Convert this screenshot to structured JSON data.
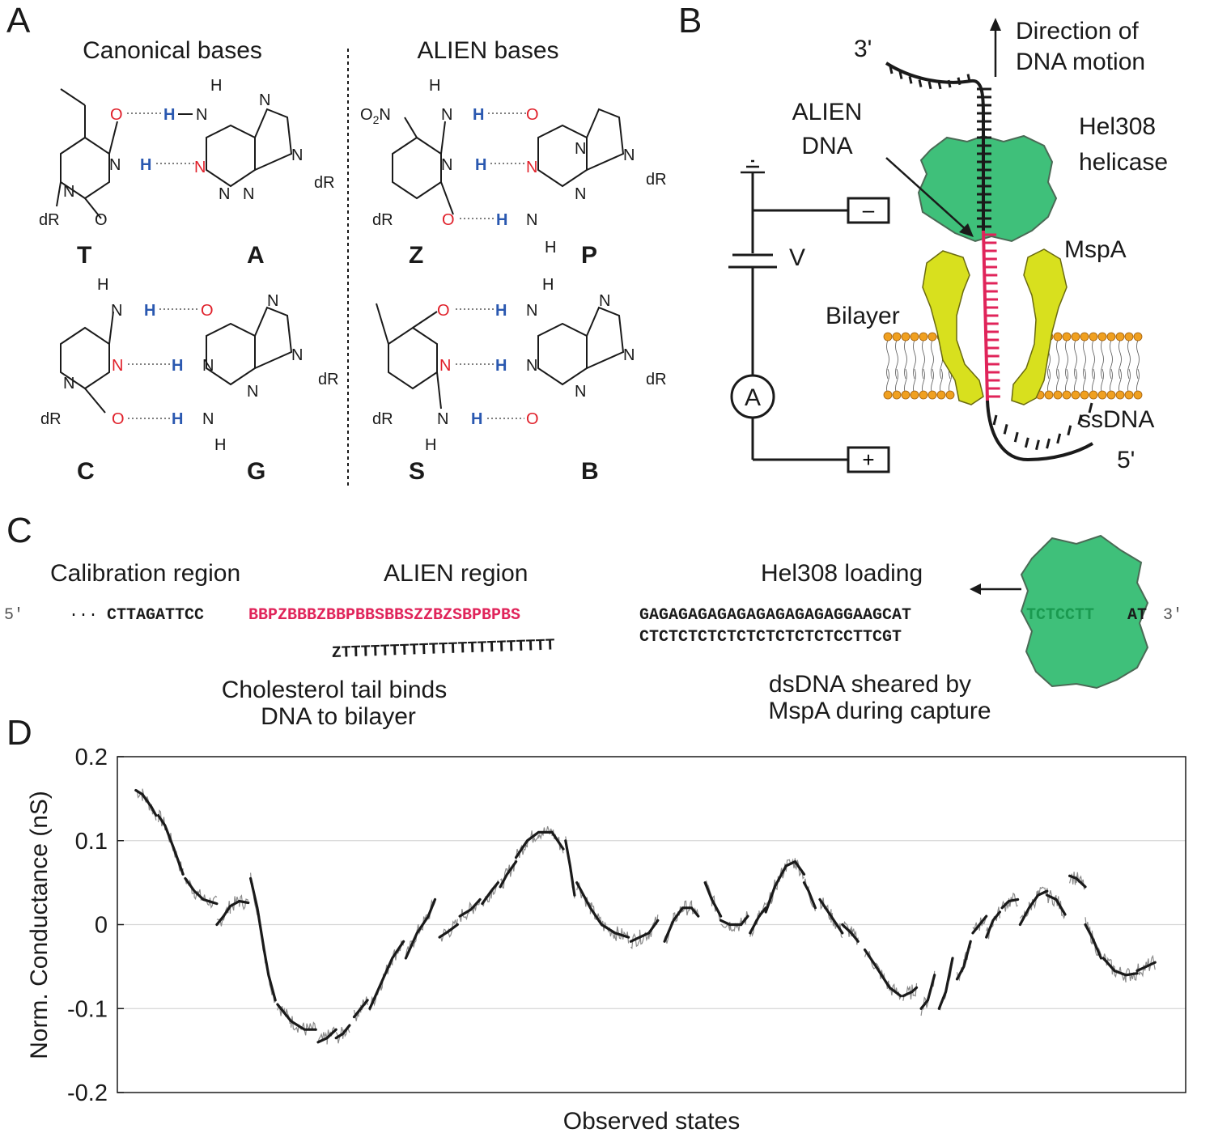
{
  "panels": {
    "a": "A",
    "b": "B",
    "c": "C",
    "d": "D"
  },
  "panel_a": {
    "heading_left": "Canonical bases",
    "heading_right": "ALIEN bases",
    "pairs": [
      {
        "left": "T",
        "right": "A"
      },
      {
        "left": "Z",
        "right": "P"
      },
      {
        "left": "C",
        "right": "G"
      },
      {
        "left": "S",
        "right": "B"
      }
    ],
    "atoms": {
      "O": "O",
      "N": "N",
      "H": "H",
      "dR": "dR",
      "O2N": "O2N"
    }
  },
  "panel_b": {
    "three_prime": "3'",
    "five_prime": "5'",
    "direction_line1": "Direction of",
    "direction_line2": "DNA motion",
    "alien_line1": "ALIEN",
    "alien_line2": "DNA",
    "helicase_line1": "Hel308",
    "helicase_line2": "helicase",
    "mspa": "MspA",
    "bilayer": "Bilayer",
    "ssdna": "ssDNA",
    "voltage": "V",
    "ammeter": "A",
    "minus": "–",
    "plus": "+"
  },
  "panel_c": {
    "calibration": "Calibration region",
    "alien_region": "ALIEN region",
    "hel_loading": "Hel308 loading",
    "five": "5'",
    "three": "3'",
    "dots": "···",
    "seq_calib": "CTTAGATTCC",
    "seq_alien": "BBPZBBBZBBPBBSBBSZZBZSBPBPBS",
    "seq_ga": "GAGAGAGAGAGAGAGAGAGAGGAAGCAT",
    "seq_green": "TCTCCTT",
    "seq_end": "AT",
    "seq_bottom_z": "ZTTTTTTTTTTTTTTTTTTTTTT",
    "seq_bottom_ct": "CTCTCTCTCTCTCTCTCTCTCCTTCGT",
    "chol_line1": "Cholesterol tail binds",
    "chol_line2": "DNA to bilayer",
    "ds_line1": "dsDNA sheared by",
    "ds_line2": "MspA during capture"
  },
  "colors": {
    "alien_red": "#e0245a",
    "helicase_green": "#3fc07a",
    "mspa_yellow": "#d8e01e",
    "lipid_orange": "#f0a020",
    "oxygen_red": "#e0202a",
    "hydrogen_blue": "#2a58b0",
    "trace_gray": "#8a8a8a"
  },
  "chart_data": {
    "type": "line",
    "xlabel": "Observed states",
    "ylabel": "Norm. Conductance (nS)",
    "ylim": [
      -0.2,
      0.2
    ],
    "yticks": [
      "0.2",
      "0.1",
      "0",
      "-0.1",
      "-0.2"
    ],
    "ytick_values": [
      0.2,
      0.1,
      0,
      -0.1,
      -0.2
    ],
    "grid": "horizontal",
    "x_units": "observed state index (no printed ticks)",
    "series": [
      {
        "role": "fitted segments",
        "segments": [
          [
            [
              1,
              0.16
            ],
            [
              4,
              0.155
            ],
            [
              8,
              0.14
            ],
            [
              10,
              0.13
            ]
          ],
          [
            [
              11,
              0.13
            ],
            [
              14,
              0.118
            ],
            [
              18,
              0.09
            ],
            [
              22,
              0.06
            ]
          ],
          [
            [
              23,
              0.055
            ],
            [
              27,
              0.04
            ],
            [
              31,
              0.03
            ],
            [
              37,
              0.025
            ]
          ],
          [
            [
              37,
              0.0
            ],
            [
              40,
              0.01
            ],
            [
              43,
              0.022
            ],
            [
              47,
              0.028
            ],
            [
              51,
              0.026
            ]
          ],
          [
            [
              52,
              0.055
            ],
            [
              55,
              0.02
            ],
            [
              58,
              -0.03
            ],
            [
              60,
              -0.06
            ],
            [
              63,
              -0.09
            ]
          ],
          [
            [
              64,
              -0.095
            ],
            [
              70,
              -0.115
            ],
            [
              76,
              -0.125
            ],
            [
              81,
              -0.125
            ]
          ],
          [
            [
              82,
              -0.14
            ],
            [
              86,
              -0.135
            ],
            [
              90,
              -0.125
            ]
          ],
          [
            [
              90,
              -0.135
            ],
            [
              93,
              -0.13
            ],
            [
              96,
              -0.12
            ]
          ],
          [
            [
              98,
              -0.11
            ],
            [
              101,
              -0.1
            ],
            [
              104,
              -0.09
            ]
          ],
          [
            [
              105,
              -0.1
            ],
            [
              110,
              -0.07
            ],
            [
              115,
              -0.04
            ],
            [
              120,
              -0.02
            ]
          ],
          [
            [
              121,
              -0.04
            ],
            [
              126,
              -0.01
            ],
            [
              131,
              0.01
            ],
            [
              134,
              0.03
            ]
          ],
          [
            [
              136,
              -0.015
            ],
            [
              140,
              -0.008
            ],
            [
              144,
              0.0
            ]
          ],
          [
            [
              145,
              0.01
            ],
            [
              150,
              0.018
            ],
            [
              154,
              0.03
            ]
          ],
          [
            [
              155,
              0.025
            ],
            [
              159,
              0.04
            ],
            [
              162,
              0.05
            ]
          ],
          [
            [
              163,
              0.045
            ],
            [
              166,
              0.06
            ],
            [
              170,
              0.075
            ]
          ],
          [
            [
              170,
              0.08
            ],
            [
              175,
              0.1
            ],
            [
              180,
              0.11
            ],
            [
              186,
              0.11
            ],
            [
              191,
              0.09
            ]
          ],
          [
            [
              192,
              0.1
            ],
            [
              194,
              0.07
            ],
            [
              196,
              0.035
            ]
          ],
          [
            [
              197,
              0.05
            ],
            [
              203,
              0.02
            ],
            [
              208,
              0.0
            ],
            [
              214,
              -0.01
            ],
            [
              220,
              -0.015
            ]
          ],
          [
            [
              221,
              -0.02
            ],
            [
              225,
              -0.015
            ],
            [
              229,
              -0.01
            ],
            [
              233,
              0.005
            ]
          ],
          [
            [
              236,
              -0.02
            ],
            [
              240,
              0.005
            ],
            [
              244,
              0.02
            ],
            [
              248,
              0.02
            ],
            [
              251,
              0.01
            ]
          ],
          [
            [
              254,
              0.05
            ],
            [
              257,
              0.03
            ],
            [
              261,
              0.01
            ]
          ],
          [
            [
              261,
              0.005
            ],
            [
              265,
              0.0
            ],
            [
              270,
              0.0
            ],
            [
              273,
              0.01
            ]
          ],
          [
            [
              274,
              -0.01
            ],
            [
              278,
              0.01
            ],
            [
              281,
              0.02
            ]
          ],
          [
            [
              281,
              0.015
            ],
            [
              285,
              0.045
            ],
            [
              290,
              0.07
            ],
            [
              294,
              0.075
            ],
            [
              298,
              0.06
            ]
          ],
          [
            [
              298,
              0.05
            ],
            [
              300,
              0.04
            ],
            [
              303,
              0.02
            ]
          ],
          [
            [
              305,
              0.03
            ],
            [
              310,
              0.01
            ],
            [
              315,
              -0.01
            ]
          ],
          [
            [
              315,
              0.0
            ],
            [
              319,
              -0.01
            ],
            [
              322,
              -0.02
            ]
          ],
          [
            [
              325,
              -0.03
            ],
            [
              330,
              -0.05
            ],
            [
              336,
              -0.075
            ],
            [
              341,
              -0.085
            ]
          ],
          [
            [
              342,
              -0.085
            ],
            [
              346,
              -0.08
            ],
            [
              348,
              -0.075
            ]
          ],
          [
            [
              350,
              -0.1
            ],
            [
              353,
              -0.09
            ],
            [
              356,
              -0.06
            ]
          ],
          [
            [
              358,
              -0.1
            ],
            [
              361,
              -0.08
            ],
            [
              364,
              -0.04
            ]
          ],
          [
            [
              366,
              -0.065
            ],
            [
              369,
              -0.05
            ],
            [
              372,
              -0.02
            ]
          ],
          [
            [
              373,
              -0.01
            ],
            [
              376,
              0.0
            ],
            [
              379,
              0.01
            ]
          ],
          [
            [
              379,
              -0.015
            ],
            [
              382,
              0.005
            ],
            [
              385,
              0.015
            ]
          ],
          [
            [
              386,
              0.02
            ],
            [
              389,
              0.028
            ],
            [
              393,
              0.03
            ]
          ],
          [
            [
              394,
              0.0
            ],
            [
              398,
              0.02
            ],
            [
              402,
              0.035
            ],
            [
              406,
              0.04
            ]
          ],
          [
            [
              406,
              0.035
            ],
            [
              410,
              0.03
            ],
            [
              414,
              0.012
            ]
          ],
          [
            [
              416,
              0.058
            ],
            [
              419,
              0.055
            ],
            [
              423,
              0.045
            ]
          ],
          [
            [
              423,
              0.0
            ],
            [
              426,
              -0.015
            ],
            [
              430,
              -0.04
            ]
          ],
          [
            [
              431,
              -0.04
            ],
            [
              436,
              -0.055
            ],
            [
              441,
              -0.06
            ],
            [
              446,
              -0.058
            ]
          ],
          [
            [
              446,
              -0.055
            ],
            [
              450,
              -0.05
            ],
            [
              454,
              -0.045
            ]
          ]
        ]
      }
    ]
  }
}
